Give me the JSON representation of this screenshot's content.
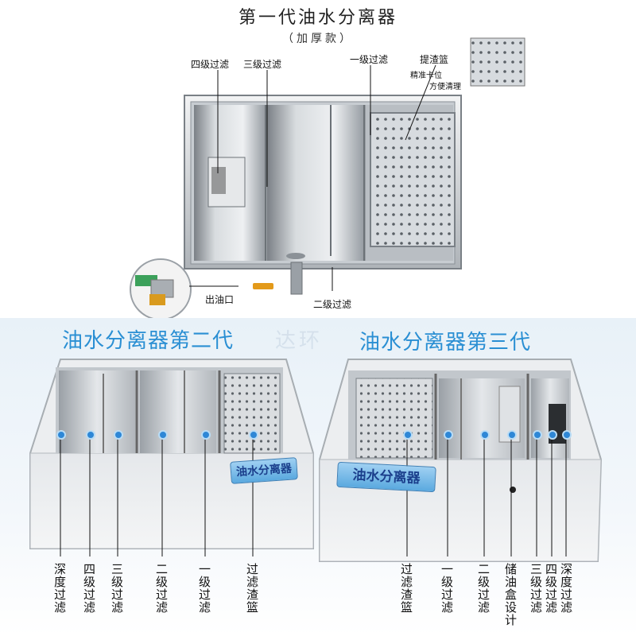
{
  "gen1": {
    "title": "第一代油水分离器",
    "subtitle": "（加厚款）",
    "labels": {
      "fourth": "四级过滤",
      "third": "三级过滤",
      "first": "一级过滤",
      "basket": "提渣篮",
      "basket_note_1": "精准卡位",
      "basket_note_2": "方便清理",
      "second": "二级过滤",
      "outlet": "出油口"
    }
  },
  "watermark": "达环",
  "gen2": {
    "title": "油水分离器第二代",
    "nameplate": "油水分离器",
    "labels": [
      "深度过滤",
      "四级过滤",
      "三级过滤",
      "二级过滤",
      "一级过滤",
      "过滤渣篮"
    ]
  },
  "gen3": {
    "title": "油水分离器第三代",
    "nameplate": "油水分离器",
    "labels": [
      "过滤渣篮",
      "一级过滤",
      "二级过滤",
      "储油盒设计",
      "三级过滤",
      "四级过滤",
      "深度过滤"
    ]
  },
  "colors": {
    "accent": "#2a8fd3",
    "dot": "#2e87d6",
    "steel": "#c9cfd4"
  }
}
